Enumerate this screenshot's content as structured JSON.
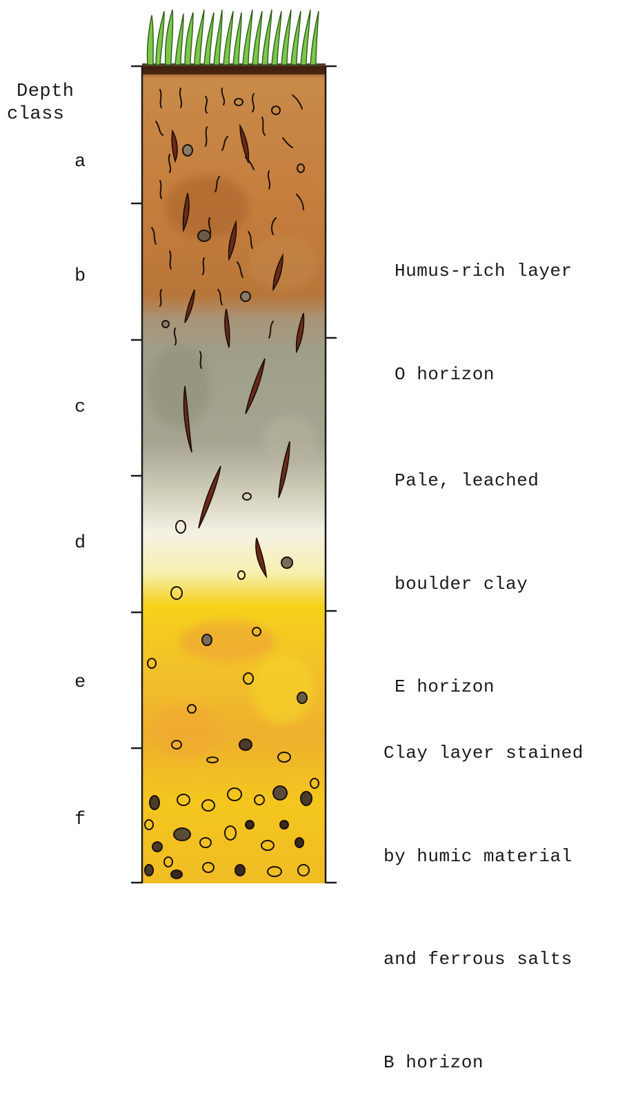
{
  "axis": {
    "title_line1": "Depth",
    "title_line2": "class",
    "classes": [
      "a",
      "b",
      "c",
      "d",
      "e",
      "f"
    ]
  },
  "horizons": [
    {
      "id": "O",
      "lines": [
        "Humus-rich layer",
        "O horizon"
      ]
    },
    {
      "id": "E",
      "lines": [
        "Pale, leached",
        "boulder clay",
        "E horizon"
      ]
    },
    {
      "id": "B",
      "lines": [
        "Clay layer stained",
        "by humic material",
        "and ferrous salts",
        "B horizon"
      ]
    }
  ],
  "colors": {
    "grass": "#7cc64a",
    "humus_top": "#c98a4a",
    "humus_mid": "#b8763a",
    "leached": "#9f9f88",
    "pale": "#f4f1e4",
    "clay_yellow": "#f6d21a",
    "clay_orange": "#eeb02e",
    "root": "#6a2a18",
    "stone": "#7a6a58"
  }
}
